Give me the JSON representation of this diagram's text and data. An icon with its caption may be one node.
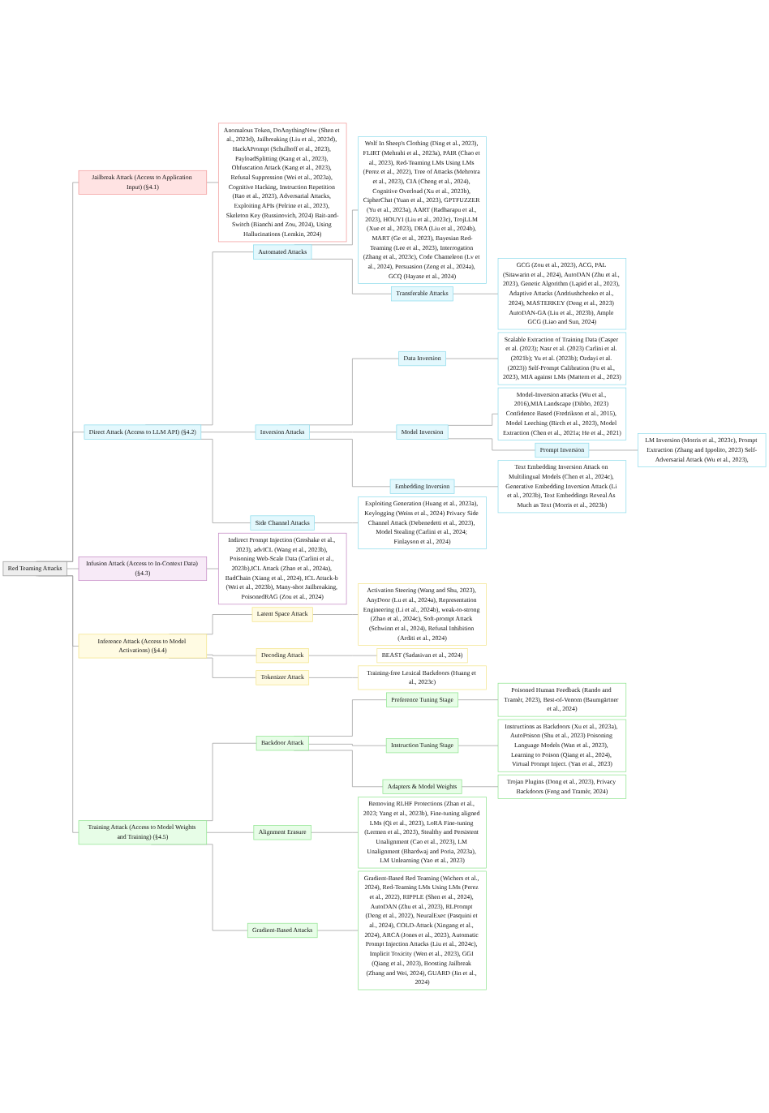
{
  "diagram": {
    "nodes": [
      {
        "text": [
          "Red Teaming Attacks"
        ]
      },
      {
        "text": [
          "Jailbreak Attack (Access to Application Input) (§4.1)"
        ]
      },
      {
        "text": [
          "Anomalous Token, DoAnythingNow (Shen et al., 2023d), Jailbreaking (Liu et al., 2023d), HackAPrompt (Schulhoff et al., 2023), PayloadSplitting (Kang et al., 2023), Obfuscation Attack (Kang et al., 2023), Refusal Suppression (Wei et al., 2023a), Cognitive Hacking, Instruction Repetition (Rao et al., 2023), Adversarial Attacks, Exploiting APIs (Pelrine et al., 2023), Skeleton Key (Russinovich, 2024) Bait-and-Switch (Bianchi and Zou, 2024), Using Hallucinations (Lemkin, 2024)"
        ]
      },
      {
        "text": [
          "Direct Attack (Access to LLM API) (§4.2)"
        ]
      },
      {
        "text": [
          "Automated Attacks"
        ]
      },
      {
        "text": [
          "Wolf In Sheep's Clothing (Ding et al., 2023), FLIRT (Mehrabi et al., 2023a), PAIR (Chao et al., 2023), Red-Teaming LMs Using LMs (Perez et al., 2022), Tree of Attacks (Mehrotra et al., 2023), CIA (Cheng et al., 2024), Cognitive Overload (Xu et al., 2023b), CipherChat (Yuan et al., 2023), GPTFUZZER (Yu et al., 2023a), AART (Radharapu et al., 2023), HOUYI (Liu et al., 2023c), TrojLLM (Xue et al., 2023), DRA (Liu et al., 2024b), MART (Ge et al., 2023), Bayesian Red-Teaming (Lee et al., 2023), Interrogation (Zhang et al., 2023c), Code Chameleon (Lv et al., 2024), Persuasion (Zeng et al., 2024a), GCQ (Hayase et al., 2024)"
        ]
      },
      {
        "text": [
          "Transferable Attacks"
        ]
      },
      {
        "text": [
          "GCG (Zou et al., 2023), ACG, PAL (Sitawarin et al., 2024), AutoDAN (Zhu et al., 2023), Genetic Algorithm (Lapid et al., 2023), Adaptive Attacks (Andriushchenko et al., 2024), MASTERKEY (Deng et al., 2023) AutoDAN-GA (Liu et al., 2023b), Ample GCG (Liao and Sun, 2024)"
        ]
      },
      {
        "text": [
          "Inversion Attacks"
        ]
      },
      {
        "text": [
          "Data Inversion"
        ]
      },
      {
        "text": [
          "Scalable Extraction of Training Data (Casper et al. (2023); Nasr et al. (2023) Carlini et al. (2021b); Yu et al. (2023b); Ozdayi et al. (2023)) Self-Prompt Calibration (Fu et al., 2023), MIA against LMs (Mattern et al., 2023)"
        ]
      },
      {
        "text": [
          "Model Inversion"
        ]
      },
      {
        "text": [
          "Model-Inversion attacks (Wu et al., 2016),MIA Landscape (Dibbo, 2023) Confidence Based (Fredrikson et al., 2015), Model Leeching (Birch et al., 2023), Model Extraction (Chen et al., 2021a; He et al., 2021)"
        ]
      },
      {
        "text": [
          "Prompt Inversion"
        ]
      },
      {
        "text": [
          "LM Inversion (Morris et al., 2023c), Prompt Extraction (Zhang and Ippolito, 2023) Self-Adversarial Attack (Wu et al., 2023),"
        ]
      },
      {
        "text": [
          "Embedding Inversion"
        ]
      },
      {
        "text": [
          "Text Embedding Inversion Attack on Multilingual Models (Chen et al., 2024c), Generative Embedding Inversion Attack (Li et al., 2023b), Text Embeddings Reveal As Much as Text (Morris et al., 2023b)"
        ]
      },
      {
        "text": [
          "Side Channel Attacks"
        ]
      },
      {
        "text": [
          "Exploiting Generation (Huang et al., 2023a), Keylogging (Weiss et al., 2024) Privacy Side Channel Attack (Debenedetti et al., 2023), Model Stealing (Carlini et al., 2024; Finlayson et al., 2024)"
        ]
      },
      {
        "text": [
          "Infusion Attack (Access to In-Context Data) (§4.3)"
        ]
      },
      {
        "text": [
          "Indirect Prompt Injection (Greshake et al., 2023), advICL (Wang et al., 2023b), Poisoning Web-Scale Data (Carlini et al., 2023b),ICL Attack (Zhao et al., 2024a), BadChain (Xiang et al., 2024), ICL Attack-b (Wei et al., 2023b), Many-shot Jailbreaking, PoisonedRAG (Zou et al., 2024)"
        ]
      },
      {
        "text": [
          "Inference Attack (Access to Model Activations) (§4.4)"
        ]
      },
      {
        "text": [
          "Latent Space Attack"
        ]
      },
      {
        "text": [
          "Activation Steering (Wang and Shu, 2023), AnyDoor (Lu et al., 2024a), Representation Engineering (Li et al., 2024b), weak-to-strong (Zhao et al., 2024c), Soft-prompt Attack (Schwinn et al., 2024), Refusal Inhibition (Arditi et al., 2024)"
        ]
      },
      {
        "text": [
          "Decoding Attack"
        ]
      },
      {
        "text": [
          "BEAST (Sadasivan et al., 2024)"
        ]
      },
      {
        "text": [
          "Tokenizer Attack"
        ]
      },
      {
        "text": [
          "Training-free Lexical Backdoors (Huang et al., 2023c)"
        ]
      },
      {
        "text": [
          "Training Attack (Access to Model Weights and Training) (§4.5)"
        ]
      },
      {
        "text": [
          "Backdoor Attack"
        ]
      },
      {
        "text": [
          "Preference Tuning Stage"
        ]
      },
      {
        "text": [
          "Poisoned Human Feedback (Rando and Tramèr, 2023), Best-of-Venom (Baumgärtner et al., 2024)"
        ]
      },
      {
        "text": [
          "Instruction Tuning Stage"
        ]
      },
      {
        "text": [
          "Instructions as Backdoors (Xu et al., 2023a), AutoPoison (Shu et al., 2023) Poisoning Language Models (Wan et al., 2023), Learning to Poison (Qiang et al., 2024), Virtual Prompt Inject. (Yan et al., 2023)"
        ]
      },
      {
        "text": [
          "Adapters & Model Weights"
        ]
      },
      {
        "text": [
          "Trojan Plugins (Dong et al., 2023), Privacy Backdoors (Feng and Tramèr, 2024)"
        ]
      },
      {
        "text": [
          "Alignment Erasure"
        ]
      },
      {
        "text": [
          "Removing RLHF Protections (Zhan et al., 2023; Yang et al., 2023b), Fine-tuning aligned LMs (Qi et al., 2023), LoRA Fine-tuning (Lermen et al., 2023), Stealthy and Persistent Unalignment (Cao et al., 2023), LM Unalignment (Bhardwaj and Poria, 2023a), LM Unlearning (Yao et al., 2023)"
        ]
      },
      {
        "text": [
          "Gradient-Based Attacks"
        ]
      },
      {
        "text": [
          "Gradient-Based Red Teaming (Wichers et al., 2024), Red-Teaming LMs Using LMs (Perez et al., 2022), RIPPLE (Shen et al., 2024), AutoDAN (Zhu et al., 2023), RLPrompt (Deng et al., 2022), NeuralExec (Pasquini et al., 2024), COLD-Attack (Xingang et al., 2024), ARCA (Jones et al., 2023), Automatic Prompt Injection Attacks (Liu et al., 2024c), Implicit Toxicity (Wen et al., 2023), GGI (Qiang et al., 2023), Boosting Jailbreak (Zhang and Wei, 2024), GUARD (Jin et al., 2024)"
        ]
      }
    ],
    "edges": [
      {
        "from": 0,
        "to": 1,
        "arrow": "none"
      },
      {
        "from": 1,
        "to": 2,
        "arrow": "none"
      },
      {
        "from": 0,
        "to": 3,
        "arrow": "none"
      },
      {
        "from": 3,
        "to": 4,
        "arrow": "none"
      },
      {
        "from": 4,
        "to": 5,
        "arrow": "none"
      },
      {
        "from": 4,
        "to": 6,
        "arrow": "none"
      },
      {
        "from": 6,
        "to": 7,
        "arrow": "none"
      },
      {
        "from": 3,
        "to": 8,
        "arrow": "none"
      },
      {
        "from": 8,
        "to": 9,
        "arrow": "none"
      },
      {
        "from": 9,
        "to": 10,
        "arrow": "none"
      },
      {
        "from": 8,
        "to": 11,
        "arrow": "none"
      },
      {
        "from": 11,
        "to": 12,
        "arrow": "none"
      },
      {
        "from": 11,
        "to": 13,
        "arrow": "none"
      },
      {
        "from": 13,
        "to": 14,
        "arrow": "none"
      },
      {
        "from": 8,
        "to": 15,
        "arrow": "none"
      },
      {
        "from": 15,
        "to": 16,
        "arrow": "none"
      },
      {
        "from": 3,
        "to": 17,
        "arrow": "none"
      },
      {
        "from": 17,
        "to": 18,
        "arrow": "none"
      },
      {
        "from": 0,
        "to": 19,
        "arrow": "none"
      },
      {
        "from": 19,
        "to": 20,
        "arrow": "none"
      },
      {
        "from": 0,
        "to": 21,
        "arrow": "none"
      },
      {
        "from": 21,
        "to": 22,
        "arrow": "none"
      },
      {
        "from": 22,
        "to": 23,
        "arrow": "none"
      },
      {
        "from": 21,
        "to": 24,
        "arrow": "none"
      },
      {
        "from": 24,
        "to": 25,
        "arrow": "none"
      },
      {
        "from": 21,
        "to": 26,
        "arrow": "none"
      },
      {
        "from": 26,
        "to": 27,
        "arrow": "none"
      },
      {
        "from": 0,
        "to": 28,
        "arrow": "none"
      },
      {
        "from": 28,
        "to": 29,
        "arrow": "none"
      },
      {
        "from": 29,
        "to": 30,
        "arrow": "none"
      },
      {
        "from": 30,
        "to": 31,
        "arrow": "none"
      },
      {
        "from": 29,
        "to": 32,
        "arrow": "none"
      },
      {
        "from": 32,
        "to": 33,
        "arrow": "none"
      },
      {
        "from": 29,
        "to": 34,
        "arrow": "none"
      },
      {
        "from": 34,
        "to": 35,
        "arrow": "none"
      },
      {
        "from": 28,
        "to": 36,
        "arrow": "none"
      },
      {
        "from": 36,
        "to": 37,
        "arrow": "none"
      },
      {
        "from": 28,
        "to": 38,
        "arrow": "none"
      },
      {
        "from": 38,
        "to": 39,
        "arrow": "none"
      }
    ]
  }
}
